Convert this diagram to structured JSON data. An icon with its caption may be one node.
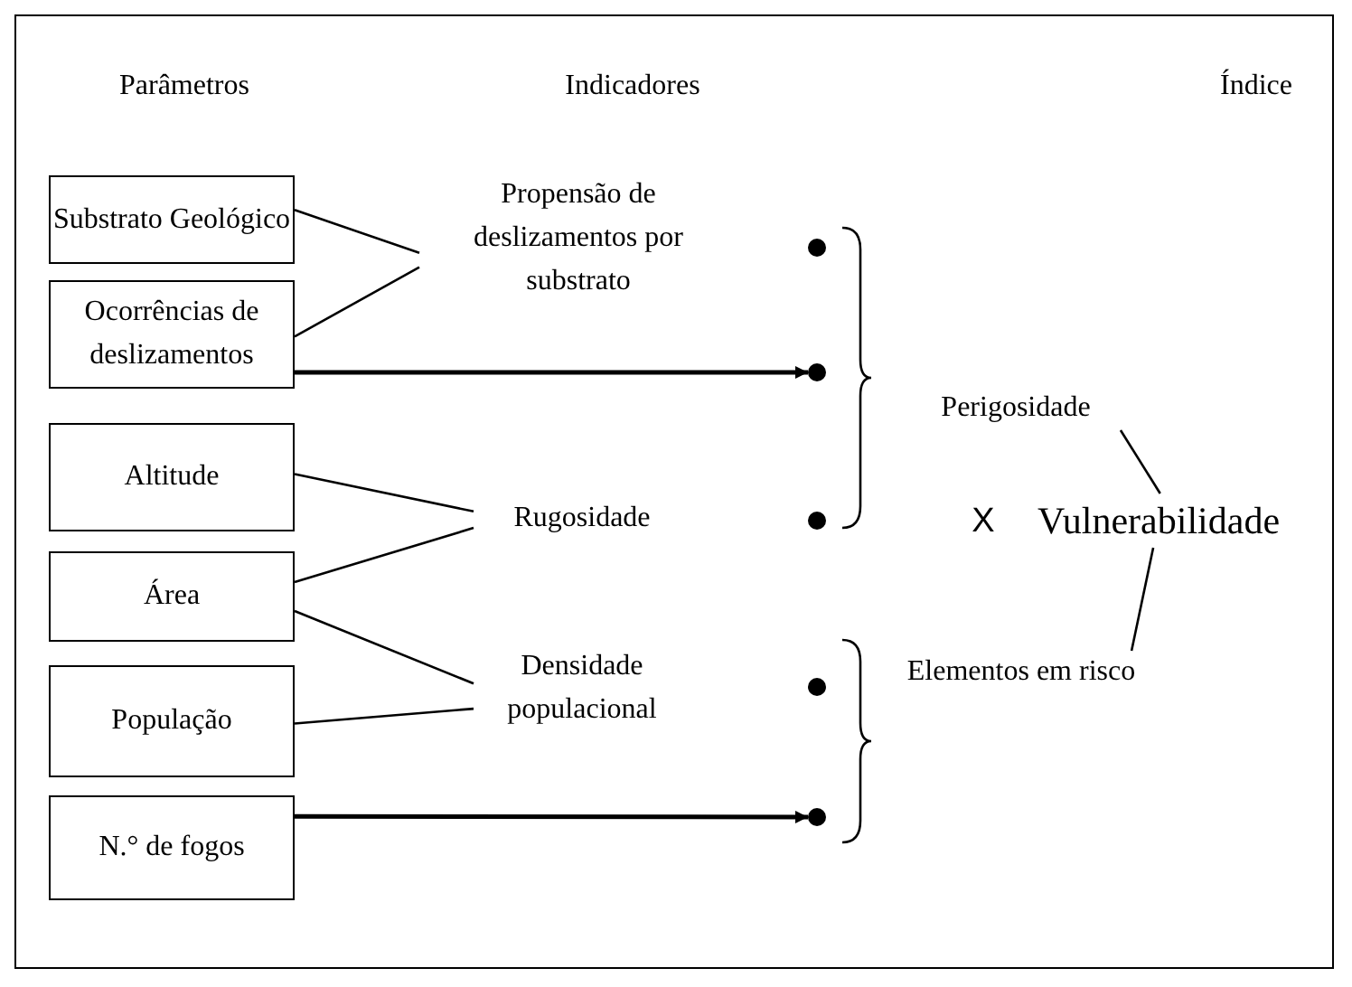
{
  "diagram": {
    "nodes": [
      {
        "text": [
          "Substrato Geológico"
        ]
      },
      {
        "text": [
          "Ocorrências de deslizamentos"
        ]
      },
      {
        "text": [
          "Altitude"
        ]
      },
      {
        "text": [
          "Área"
        ]
      },
      {
        "text": [
          "População"
        ]
      },
      {
        "text": [
          "N.° de fogos"
        ]
      },
      {
        "text": [
          "Propensão de deslizamentos por substrato"
        ]
      },
      {
        "text": [
          "Rugosidade"
        ]
      },
      {
        "text": [
          "Densidade populacional"
        ]
      },
      {
        "text": [],
        "shape": "circle"
      },
      {
        "text": [],
        "shape": "circle"
      },
      {
        "text": [],
        "shape": "circle"
      },
      {
        "text": [],
        "shape": "circle"
      },
      {
        "text": [],
        "shape": "circle"
      },
      {
        "text": [
          "Perigosidade"
        ]
      },
      {
        "text": [
          "Vulnerabilidade"
        ]
      },
      {
        "text": [
          "Elementos em risco"
        ]
      }
    ],
    "edges": [
      {
        "from": 0,
        "to": 6,
        "arrow": "none"
      },
      {
        "from": 1,
        "to": 6,
        "arrow": "none"
      },
      {
        "from": 1,
        "to": 10,
        "arrow": "to"
      },
      {
        "from": 2,
        "to": 7,
        "arrow": "none"
      },
      {
        "from": 3,
        "to": 7,
        "arrow": "none"
      },
      {
        "from": 3,
        "to": 8,
        "arrow": "none"
      },
      {
        "from": 4,
        "to": 8,
        "arrow": "none"
      },
      {
        "from": 5,
        "to": 13,
        "arrow": "to"
      },
      {
        "from": 14,
        "to": 15,
        "arrow": "none"
      },
      {
        "from": 16,
        "to": 15,
        "arrow": "none"
      }
    ],
    "labels": [
      "Parâmetros",
      "Indicadores",
      "Índice",
      "X"
    ]
  }
}
